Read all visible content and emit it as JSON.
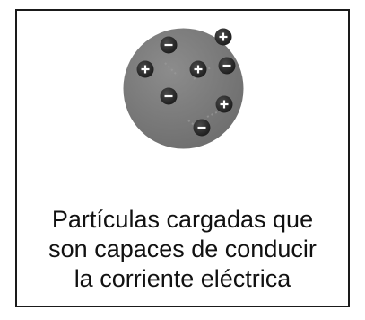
{
  "caption": {
    "lines": [
      "Partículas cargadas que",
      "son capaces de conducir",
      "la corriente eléctrica"
    ]
  },
  "particles": [
    {
      "sign": "-",
      "name": "negative-charge-icon"
    },
    {
      "sign": "+",
      "name": "positive-charge-icon"
    },
    {
      "sign": "+",
      "name": "positive-charge-icon"
    },
    {
      "sign": "+",
      "name": "positive-charge-icon"
    },
    {
      "sign": "-",
      "name": "negative-charge-icon"
    },
    {
      "sign": "-",
      "name": "negative-charge-icon"
    },
    {
      "sign": "+",
      "name": "positive-charge-icon"
    },
    {
      "sign": "-",
      "name": "negative-charge-icon"
    }
  ],
  "colors": {
    "sphere": "#7a7a7a",
    "particle": "#2b2b2b",
    "border": "#1a1a1a"
  }
}
